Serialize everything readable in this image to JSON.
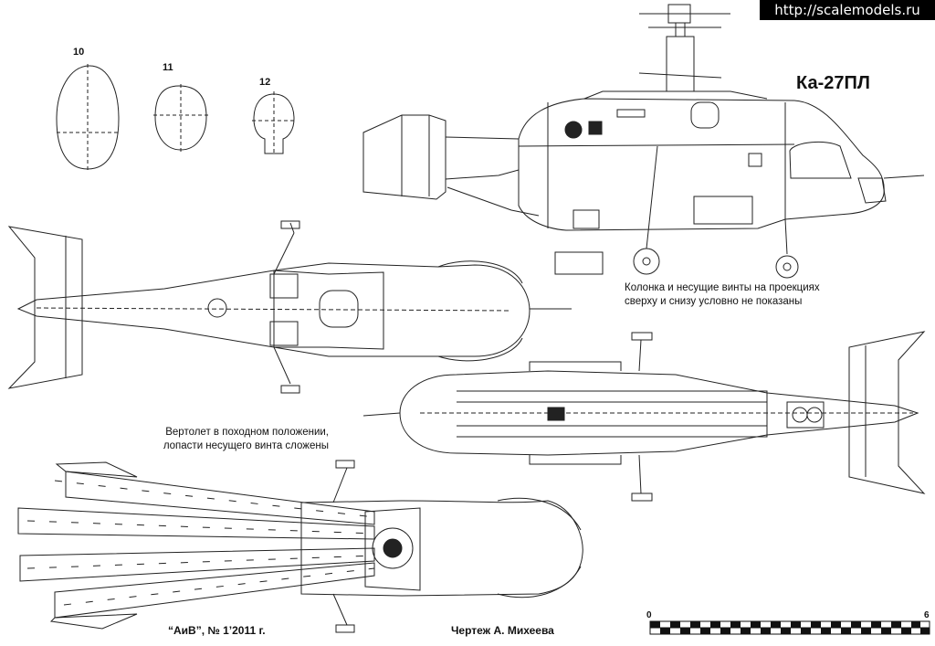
{
  "watermark": "http://scalemodels.ru",
  "title": "Ка-27ПЛ",
  "sections": [
    "10",
    "11",
    "12"
  ],
  "note_rotors": "Колонка и несущие винты на проекциях сверху и снизу условно не показаны",
  "note_folded": "Вертолет в походном положении, лопасти несущего винта сложены",
  "source": "“АиВ”, № 1’2011 г.",
  "author": "Чертеж А. Михеева",
  "scale": {
    "start": "0",
    "end": "6"
  }
}
